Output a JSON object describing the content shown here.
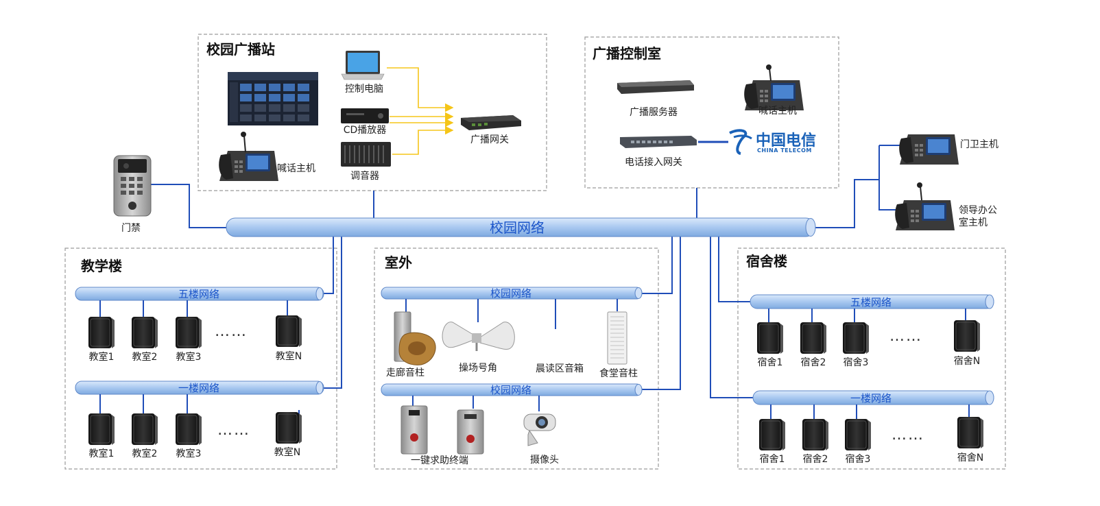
{
  "backbone": {
    "label": "校园网络"
  },
  "station": {
    "title": "校园广播站",
    "pc": "控制电脑",
    "cd": "CD播放器",
    "mixer": "调音器",
    "gateway": "广播网关",
    "mic": "喊话主机"
  },
  "control_room": {
    "title": "广播控制室",
    "server": "广播服务器",
    "mic": "喊话主机",
    "phone_gateway": "电话接入网关",
    "telecom_cn": "中国电信",
    "telecom_en": "CHINA TELECOM"
  },
  "access": {
    "label": "门禁"
  },
  "right_devices": {
    "guard": "门卫主机",
    "leader_line1": "领导办公",
    "leader_line2": "室主机"
  },
  "teaching": {
    "title": "教学楼",
    "bus5": "五楼网络",
    "bus1": "一楼网络",
    "rooms5": [
      "教室1",
      "教室2",
      "教室3",
      "教室N"
    ],
    "rooms1": [
      "教室1",
      "教室2",
      "教室3",
      "教室N"
    ],
    "ellipsis": "……"
  },
  "outdoor": {
    "title": "室外",
    "bus_a": "校园网络",
    "bus_b": "校园网络",
    "corridor": "走廊音柱",
    "horn": "操场号角",
    "reading": "晨读区音箱",
    "canteen": "食堂音柱",
    "sos": "一键求助终端",
    "camera": "摄像头"
  },
  "dorm": {
    "title": "宿舍楼",
    "bus5": "五楼网络",
    "bus1": "一楼网络",
    "rooms5": [
      "宿舍1",
      "宿舍2",
      "宿舍3",
      "宿舍N"
    ],
    "rooms1": [
      "宿舍1",
      "宿舍2",
      "宿舍3",
      "宿舍N"
    ],
    "ellipsis": "……"
  }
}
